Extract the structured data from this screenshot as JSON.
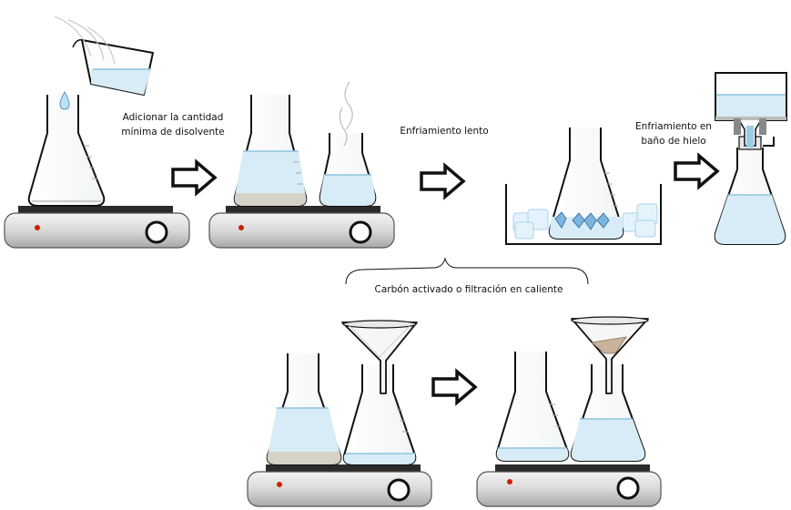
{
  "labels": {
    "step_add_solvent_line1": "Adicionar la cantidad",
    "step_add_solvent_line2": "mínima de disolvente",
    "step_slow_cool": "Enfriamiento lento",
    "step_ice_bath_line1": "Enfriamiento en",
    "step_ice_bath_line2": "baño de hielo",
    "optional_step": "Carbón activado o filtración en caliente"
  },
  "colors": {
    "liquid": "#d7ecf7",
    "liquid_edge": "#8fc3e0",
    "sediment": "#d6d2c8",
    "crystal": "#7fb5dc",
    "ice": "#e4f3fb",
    "hotplate_body": "#dcdcdc",
    "hotplate_top": "#2b2b2b",
    "indicator": "#cc2200"
  }
}
